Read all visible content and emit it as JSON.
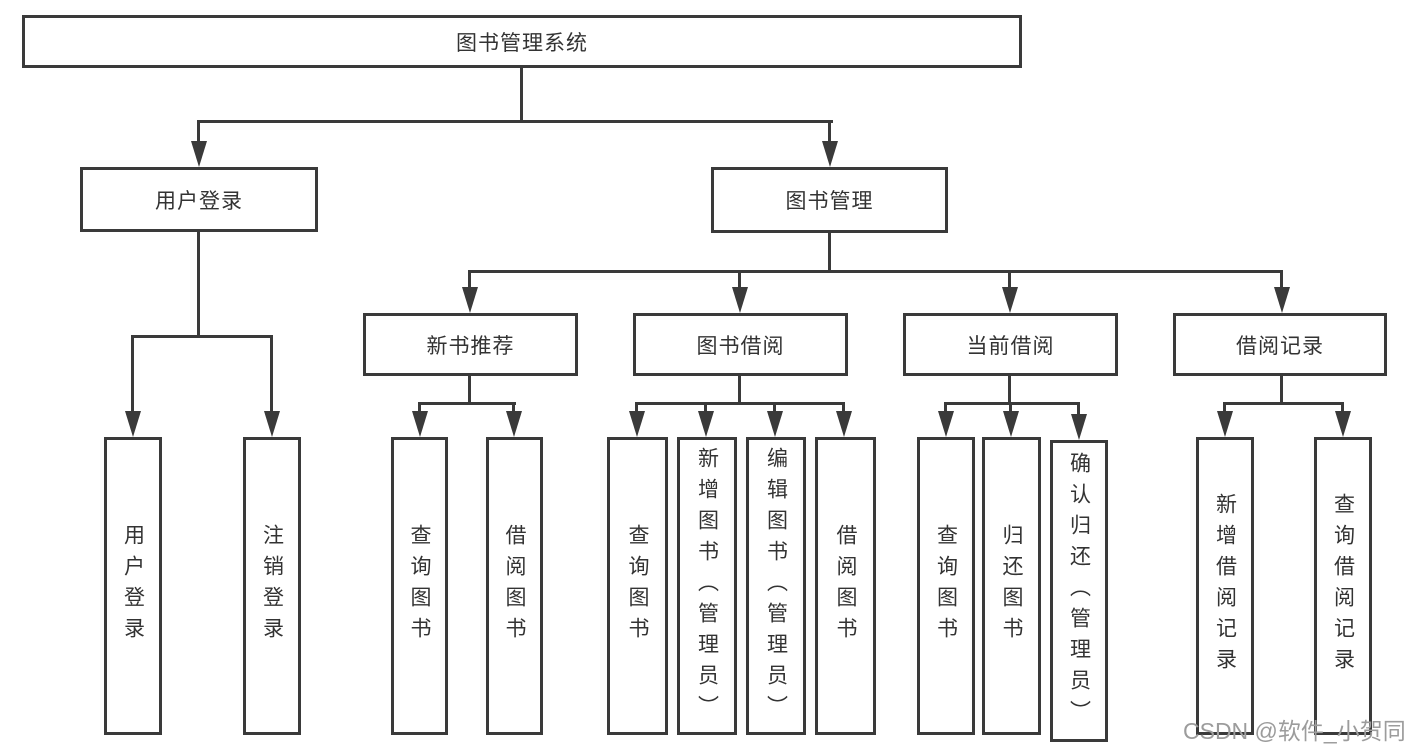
{
  "colors": {
    "line": "#3a3a3a",
    "box_border": "#3a3a3a",
    "text": "#333333",
    "watermark_text": "#9c9c9c",
    "background": "#ffffff"
  },
  "watermark": {
    "text": "CSDN @软件_小贺同学"
  },
  "tree": {
    "label": "图书管理系统",
    "children": [
      {
        "label": "用户登录",
        "children": [
          {
            "label": "用户登录"
          },
          {
            "label": "注销登录"
          }
        ]
      },
      {
        "label": "图书管理",
        "children": [
          {
            "label": "新书推荐",
            "children": [
              {
                "label": "查询图书"
              },
              {
                "label": "借阅图书"
              }
            ]
          },
          {
            "label": "图书借阅",
            "children": [
              {
                "label": "查询图书"
              },
              {
                "label": "新增图书（管理员）"
              },
              {
                "label": "编辑图书（管理员）"
              },
              {
                "label": "借阅图书"
              }
            ]
          },
          {
            "label": "当前借阅",
            "children": [
              {
                "label": "查询图书"
              },
              {
                "label": "归还图书"
              },
              {
                "label": "确认归还（管理员）"
              }
            ]
          },
          {
            "label": "借阅记录",
            "children": [
              {
                "label": "新增借阅记录"
              },
              {
                "label": "查询借阅记录"
              }
            ]
          }
        ]
      }
    ]
  }
}
